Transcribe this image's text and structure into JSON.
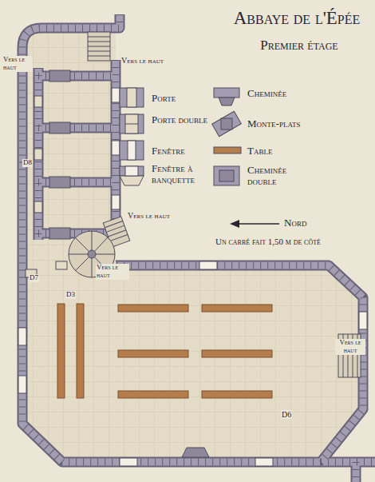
{
  "diagram": {
    "title": "Abbaye de l'Épée",
    "labels": [
      "Premier étage",
      "Vers le haut",
      "Vers le haut",
      "D8",
      "Vers le haut",
      "Nord",
      "Un carré fait 1,50 m de côté",
      "Vers le haut",
      "D7",
      "D3",
      "Vers le haut",
      "D6"
    ],
    "legend": [
      {
        "text": "Porte"
      },
      {
        "text": "Porte double"
      },
      {
        "text": "Fenêtre"
      },
      {
        "text": "Fenêtre à banquette"
      },
      {
        "text": "Cheminée"
      },
      {
        "text": "Monte-plats"
      },
      {
        "text": "Table"
      },
      {
        "text": "Cheminée double"
      }
    ]
  }
}
